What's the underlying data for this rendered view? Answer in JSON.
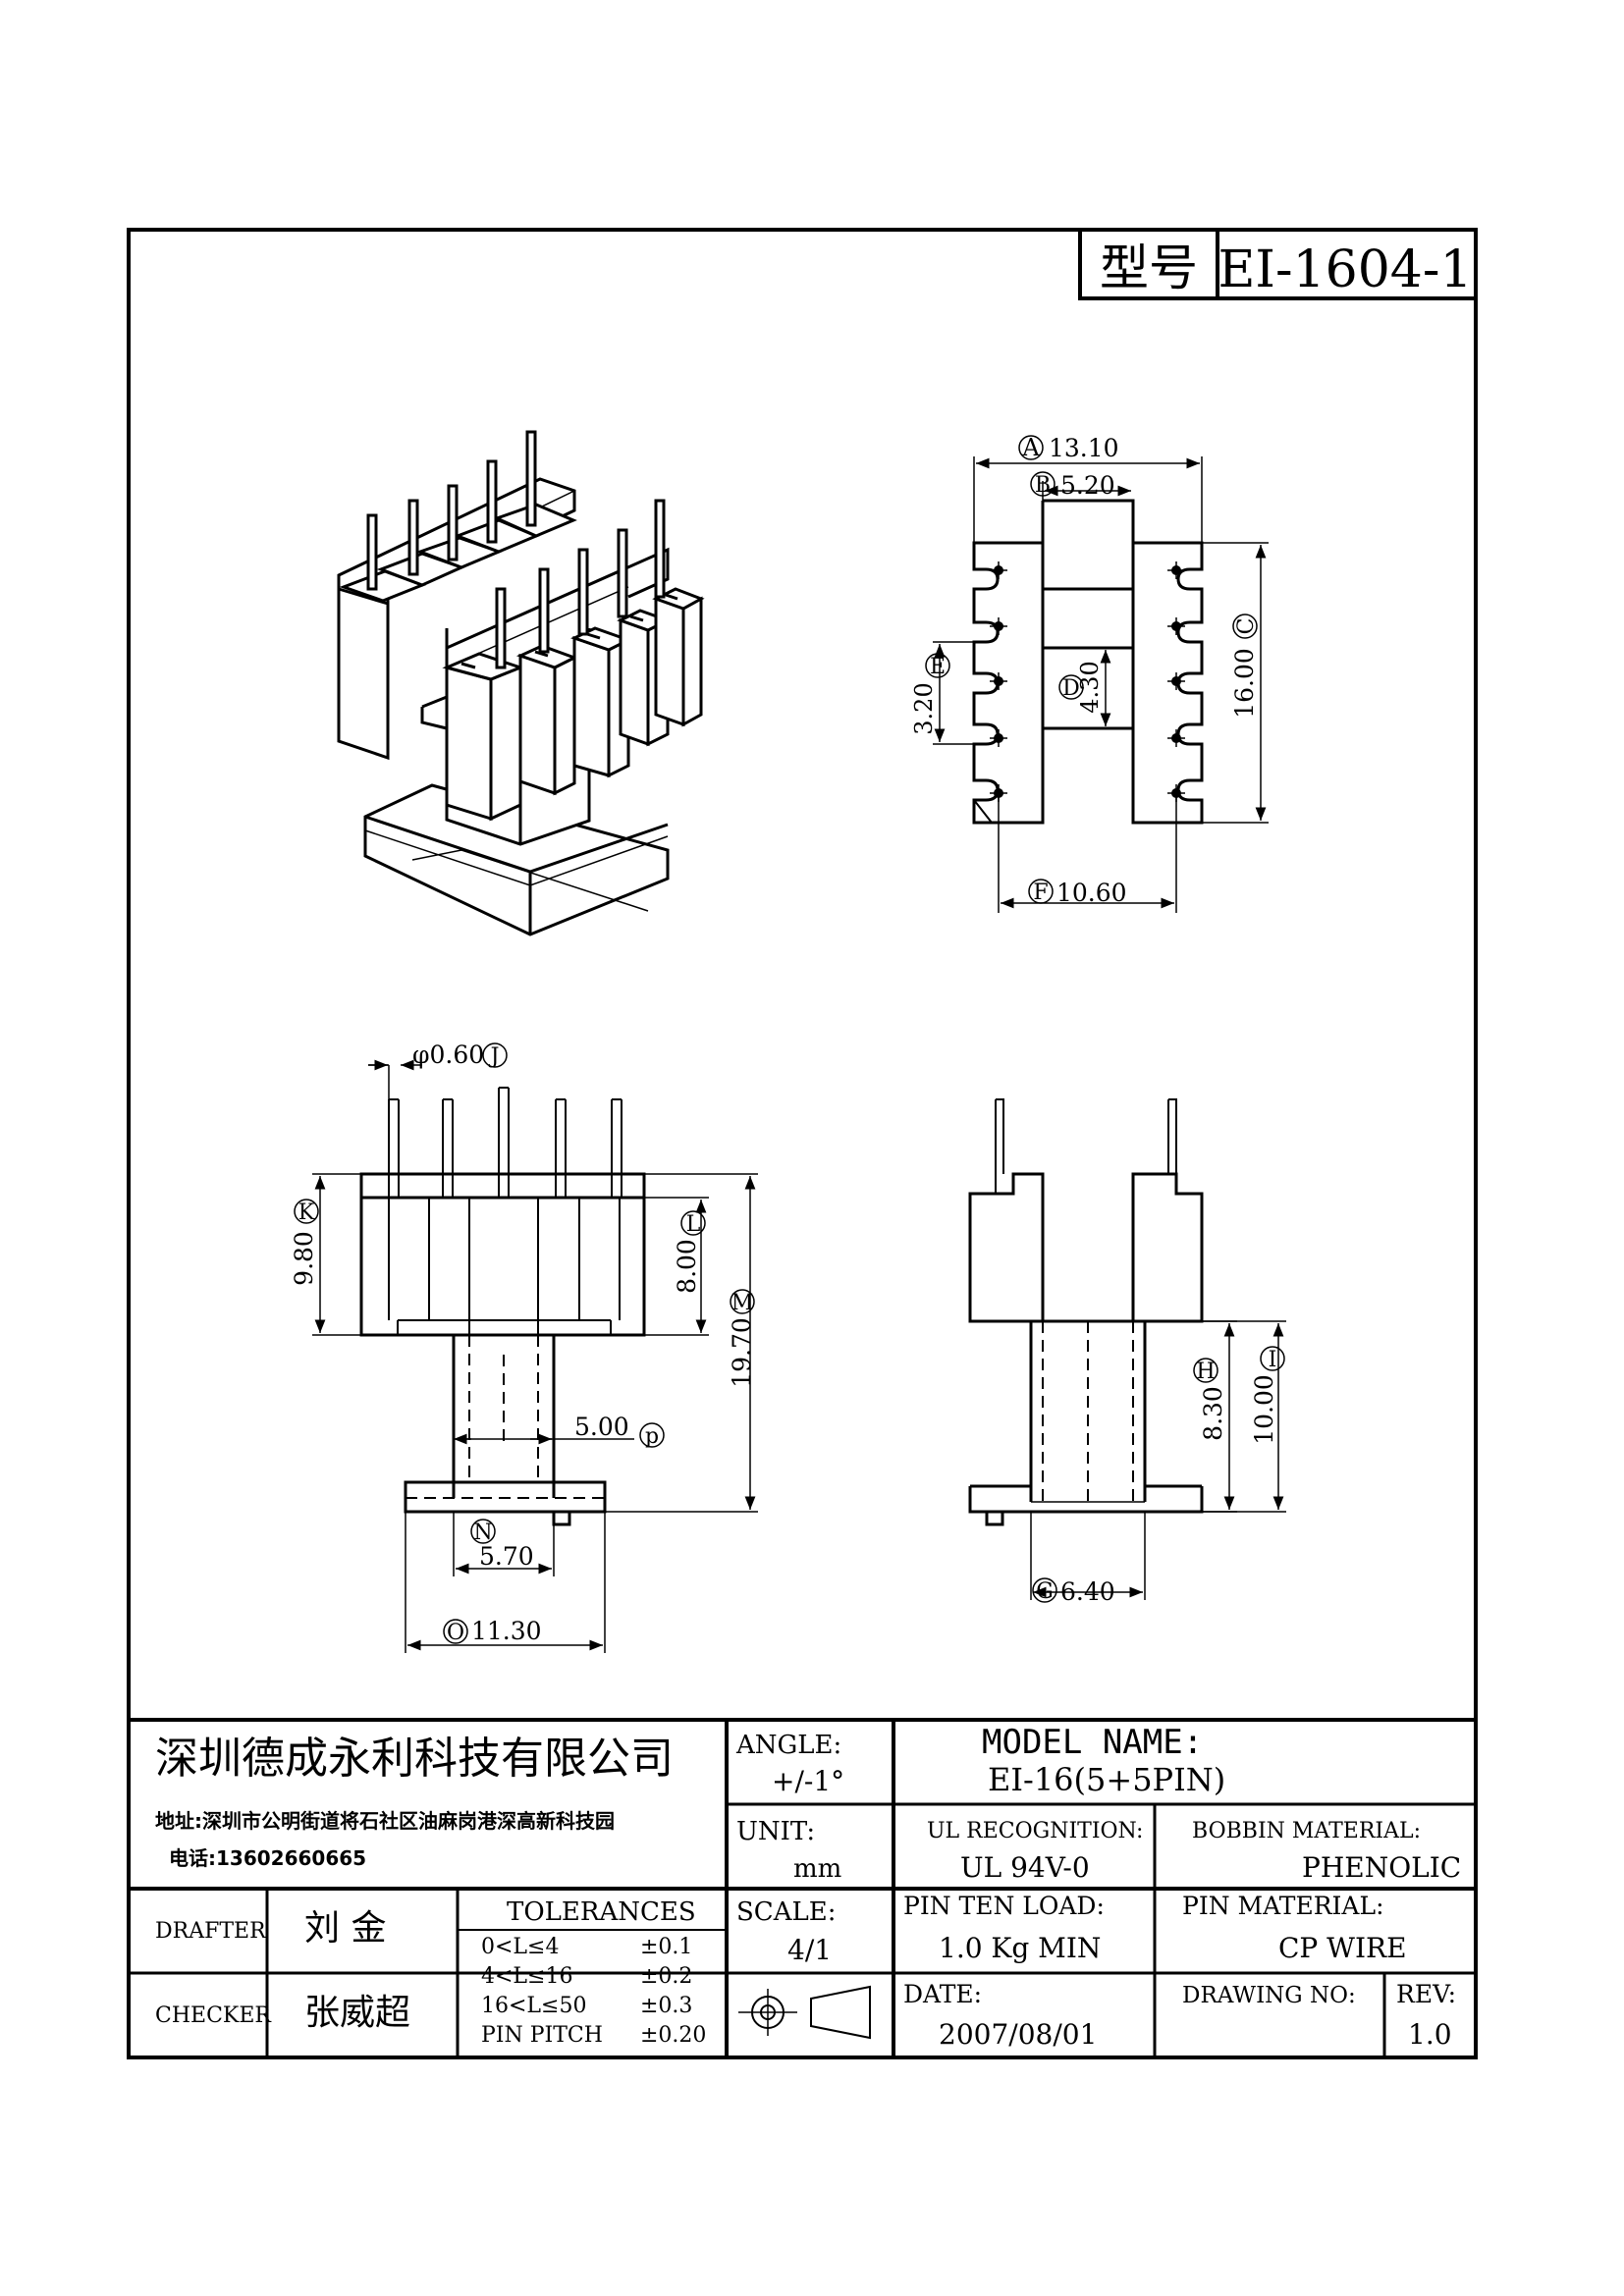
{
  "header": {
    "model_label": "型号",
    "model_value": "EI-1604-1"
  },
  "dimensions": {
    "A": {
      "circle": "A",
      "value": "13.10"
    },
    "B": {
      "circle": "B",
      "value": "5.20"
    },
    "C": {
      "circle": "C",
      "value": "16.00"
    },
    "D": {
      "circle": "D",
      "value": "4.30"
    },
    "E": {
      "circle": "E",
      "value": "3.20"
    },
    "F": {
      "circle": "F",
      "value": "10.60"
    },
    "J": {
      "circle": "J",
      "value": "φ0.60"
    },
    "K": {
      "circle": "K",
      "value": "9.80"
    },
    "L": {
      "circle": "L",
      "value": "8.00"
    },
    "M": {
      "circle": "M",
      "value": "19.70"
    },
    "P": {
      "circle": "p",
      "value": "5.00"
    },
    "N": {
      "circle": "N",
      "value": "5.70"
    },
    "O": {
      "circle": "O",
      "value": "11.30"
    },
    "H": {
      "circle": "H",
      "value": "8.30"
    },
    "I": {
      "circle": "I",
      "value": "10.00"
    },
    "G": {
      "circle": "G",
      "value": "6.40"
    }
  },
  "title_block": {
    "company": "深圳德成永利科技有限公司",
    "address": "地址:深圳市公明街道将石社区油麻岗港深高新科技园",
    "phone": "电话:13602660665",
    "angle_label": "ANGLE:",
    "angle_value": "+/-1°",
    "model_name_label": "MODEL NAME:",
    "model_name_value": "EI-16(5+5PIN)",
    "unit_label": "UNIT:",
    "unit_value": "mm",
    "ul_label": "UL RECOGNITION:",
    "ul_value": "UL 94V-0",
    "bobbin_label": "BOBBIN MATERIAL:",
    "bobbin_value": "PHENOLIC",
    "drafter_label": "DRAFTER",
    "drafter_value": "刘 金",
    "checker_label": "CHECKER",
    "checker_value": "张威超",
    "tolerances_label": "TOLERANCES",
    "tolerance_rows": [
      {
        "range": "0<L≤4",
        "value": "±0.1"
      },
      {
        "range": "4<L≤16",
        "value": "±0.2"
      },
      {
        "range": "16<L≤50",
        "value": "±0.3"
      },
      {
        "range": "PIN PITCH",
        "value": "±0.20"
      }
    ],
    "scale_label": "SCALE:",
    "scale_value": "4/1",
    "pin_load_label": "PIN TEN LOAD:",
    "pin_load_value": "1.0 Kg MIN",
    "pin_material_label": "PIN MATERIAL:",
    "pin_material_value": "CP WIRE",
    "date_label": "DATE:",
    "date_value": "2007/08/01",
    "drawing_no_label": "DRAWING NO:",
    "drawing_no_value": "",
    "rev_label": "REV:",
    "rev_value": "1.0"
  }
}
